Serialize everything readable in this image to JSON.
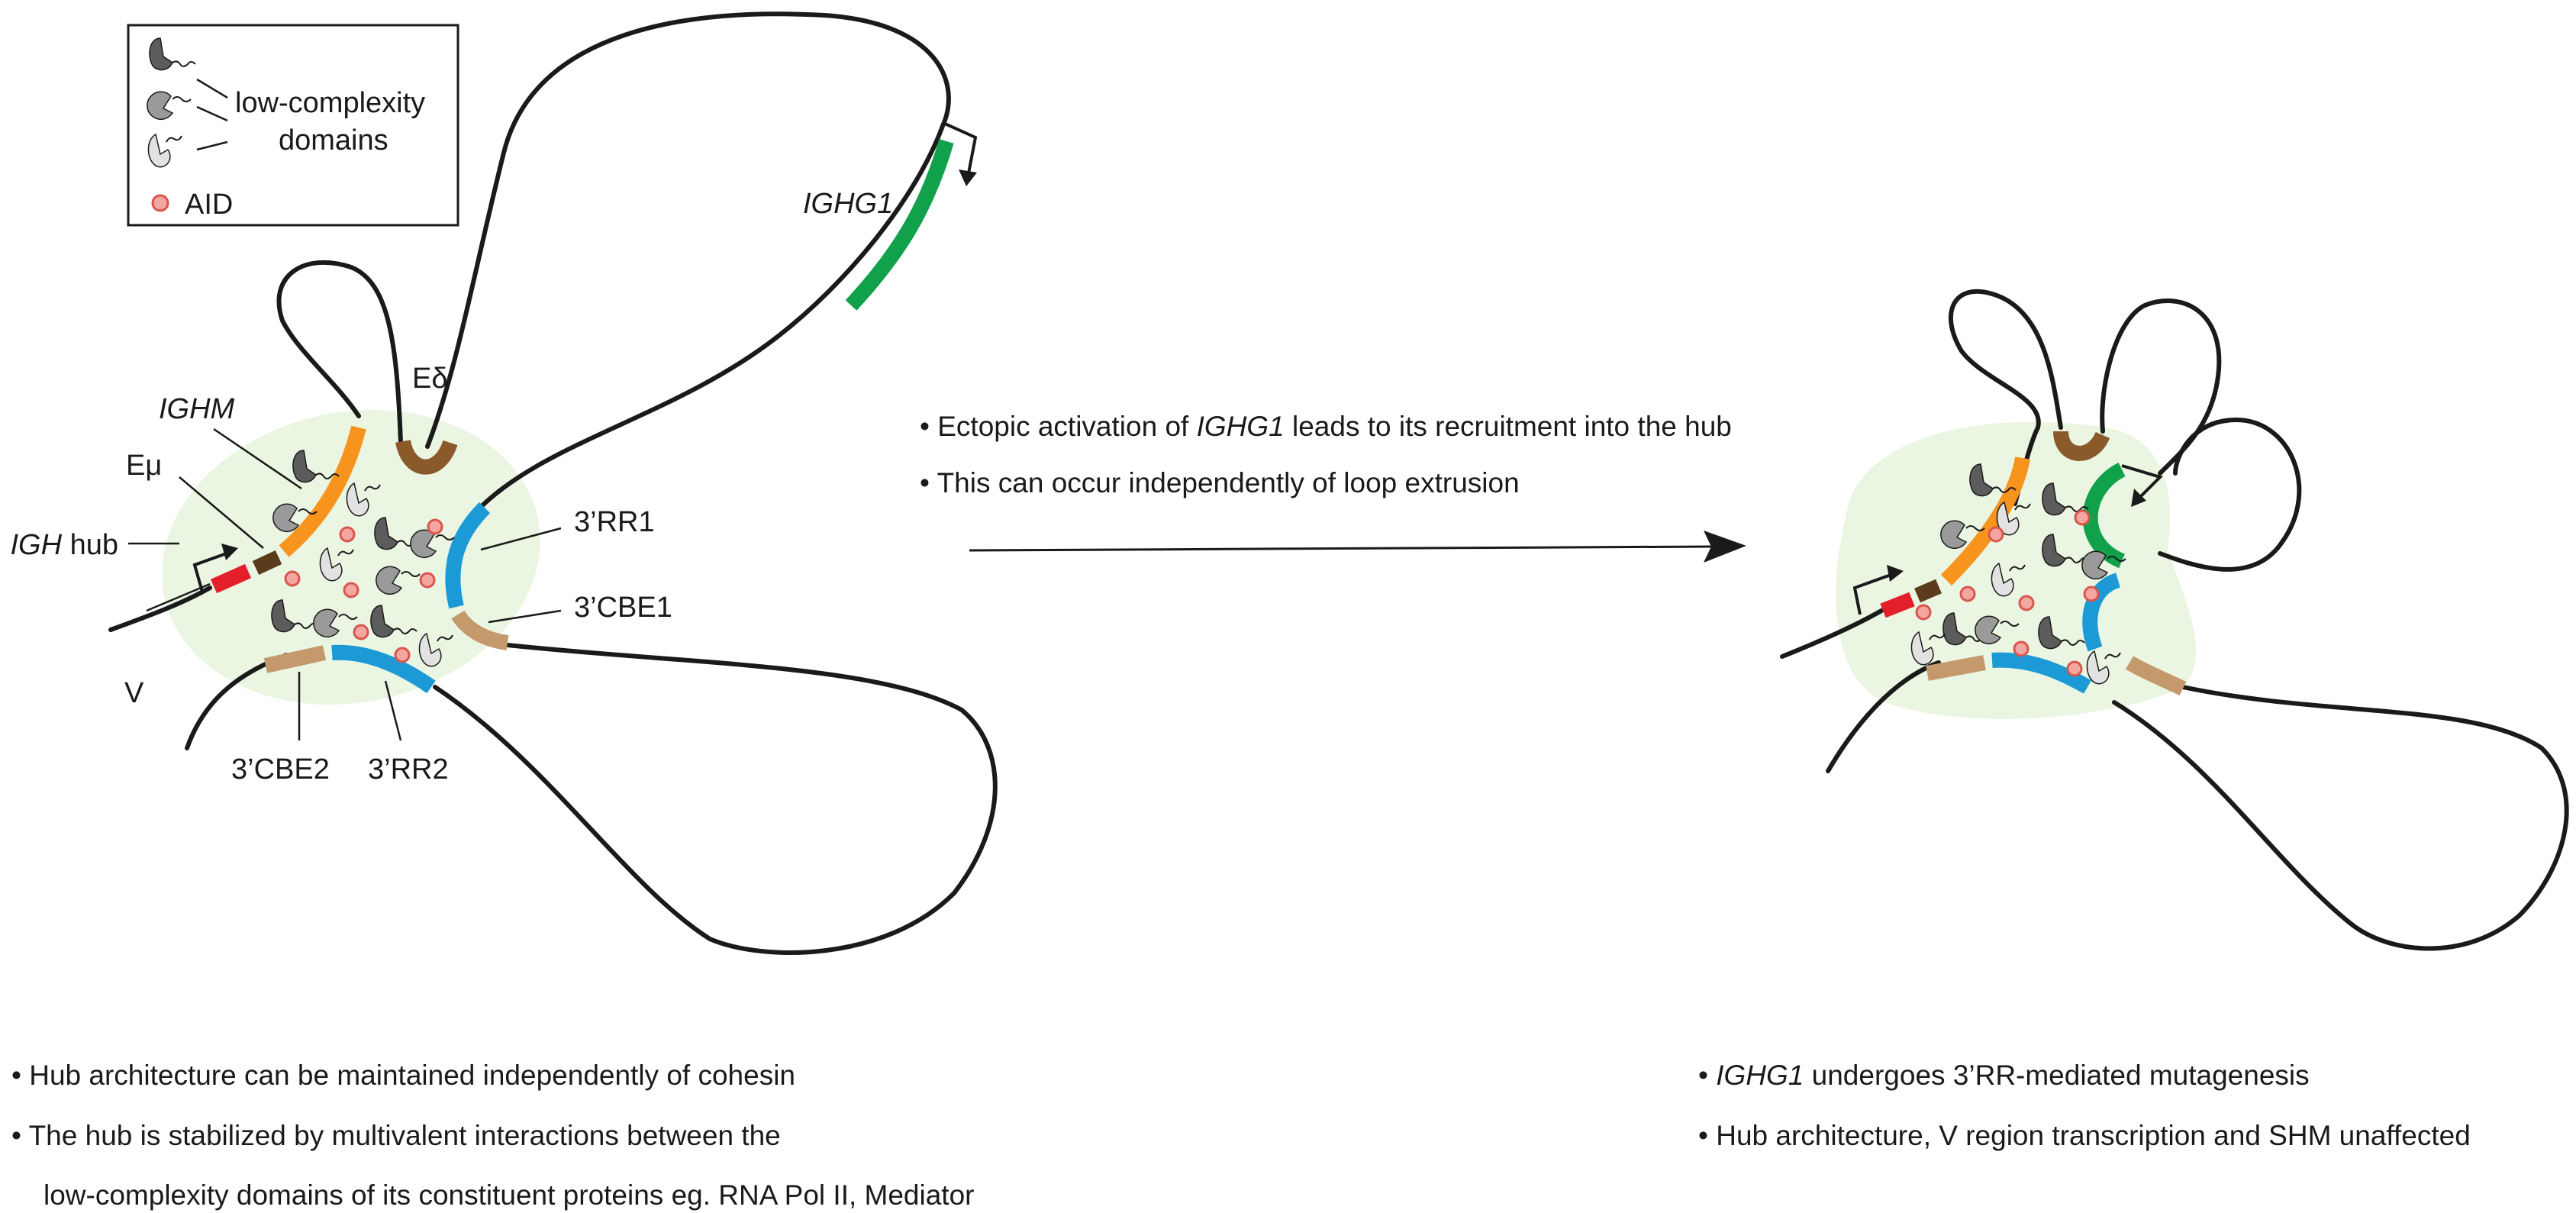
{
  "legend": {
    "low_complexity_label_line1": "low-complexity",
    "low_complexity_label_line2": "domains",
    "aid_label": "AID"
  },
  "left_panel": {
    "hub_label_italic": "IGH",
    "hub_label_rest": " hub",
    "ighm": "IGHM",
    "emu": "Eμ",
    "edelta": "Eδ",
    "v": "V",
    "rr1": "3’RR1",
    "cbe1": "3’CBE1",
    "cbe2": "3’CBE2",
    "rr2": "3’RR2",
    "ighg1": "IGHG1"
  },
  "middle": {
    "bullet1_pre": "Ectopic activation of ",
    "bullet1_ital": "IGHG1",
    "bullet1_post": " leads to its recruitment into the hub",
    "bullet2": "This can occur independently of loop extrusion"
  },
  "bottom_left": {
    "bullet1": "Hub architecture can be maintained independently of cohesin",
    "bullet2": "The hub is stabilized by multivalent interactions between the",
    "bullet2_cont": "low-complexity domains of its constituent proteins eg. RNA Pol II, Mediator"
  },
  "bottom_right": {
    "bullet1_ital": "IGHG1",
    "bullet1_post": " undergoes 3’RR-mediated mutagenesis",
    "bullet2": "Hub architecture, V region transcription and SHM unaffected"
  },
  "colors": {
    "hub": "#eaf5e2",
    "ighm_orange": "#f7941d",
    "rr_blue": "#1c9ad6",
    "ighg1_green": "#11a14a",
    "cbe_tan": "#c49a6c",
    "edelta_brown": "#8b5a2b",
    "emu_darkbrown": "#5a3b1c",
    "v_red": "#e3202a",
    "aid_pink": "#f4a6a0"
  }
}
